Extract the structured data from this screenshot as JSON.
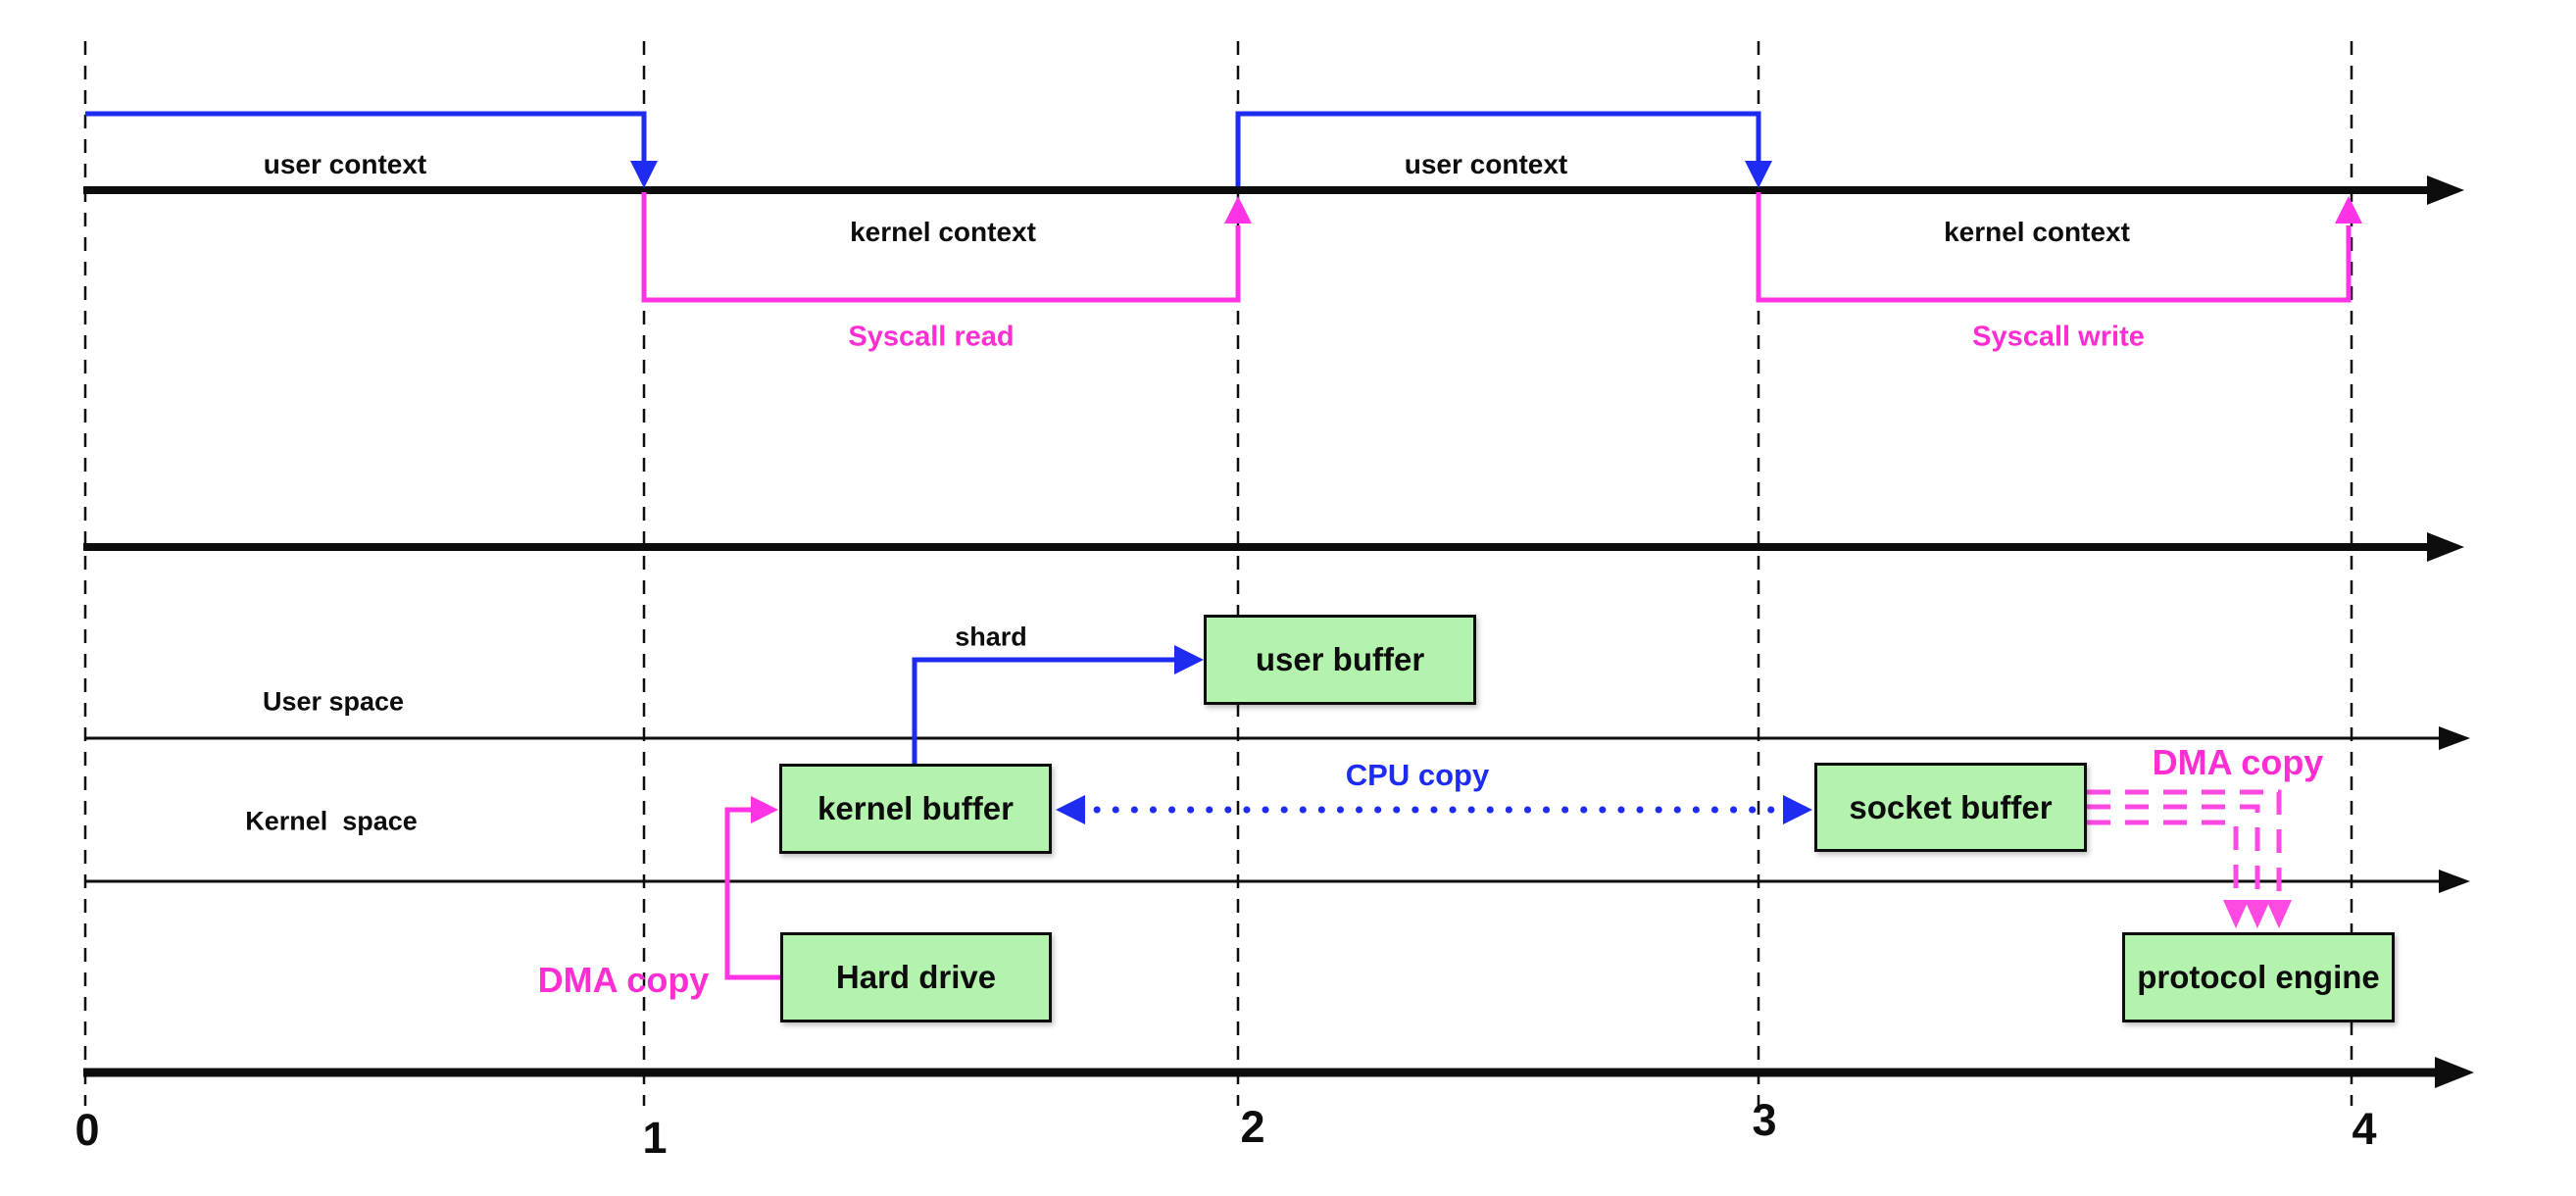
{
  "colors": {
    "blue": "#1e2cf2",
    "magenta": "#ff33e6",
    "magenta_dash": "#ff49e2",
    "magenta_text": "#ff2ed2",
    "green": "#b4f3ae",
    "ink": "#0d0d0d"
  },
  "top_chart": {
    "user_context_1": "user context",
    "kernel_context_1": "kernel context",
    "syscall_read": "Syscall read",
    "user_context_2": "user context",
    "kernel_context_2": "kernel context",
    "syscall_write": "Syscall write"
  },
  "spaces": {
    "user_space": "User space",
    "kernel_space": "Kernel  space"
  },
  "boxes": {
    "user_buffer": "user buffer",
    "kernel_buffer": "kernel buffer",
    "socket_buffer": "socket buffer",
    "hard_drive": "Hard drive",
    "protocol_engine": "protocol engine"
  },
  "arrows": {
    "shard": "shard",
    "cpu_copy": "CPU copy",
    "dma_copy_left": "DMA copy",
    "dma_copy_right": "DMA copy"
  },
  "axis": {
    "ticks": [
      "0",
      "1",
      "2",
      "3",
      "4"
    ]
  }
}
